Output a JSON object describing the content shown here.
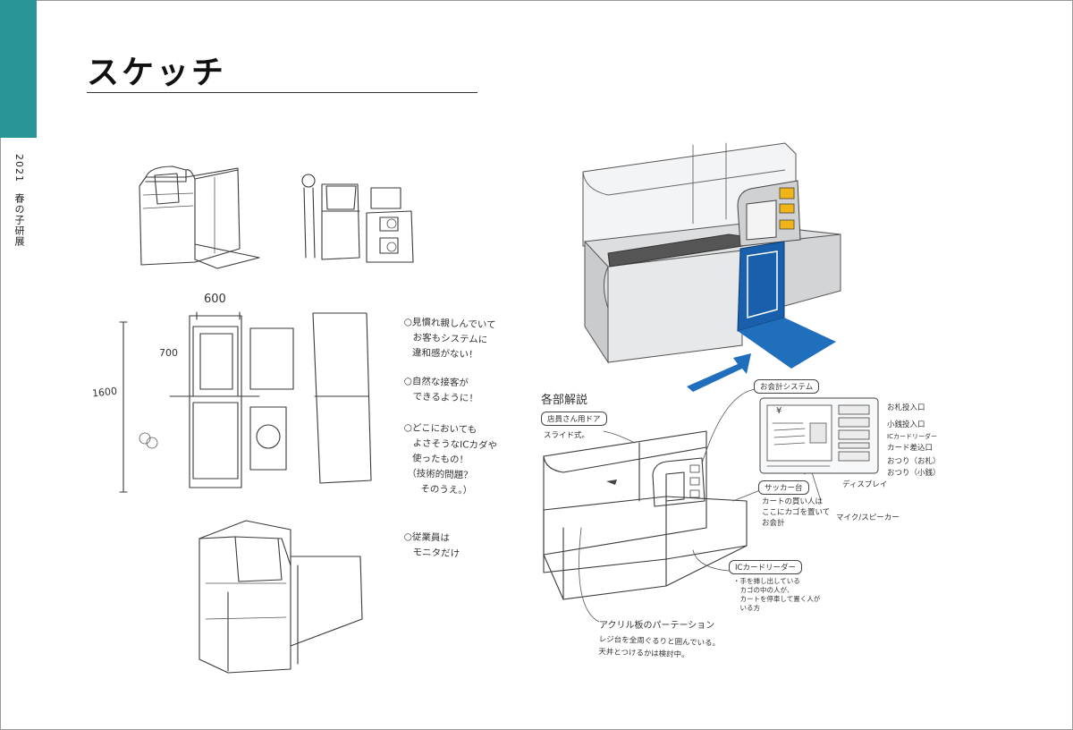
{
  "page": {
    "title": "スケッチ",
    "side_label": "2021　春の子研展"
  },
  "sketch_notes": {
    "dimension_width": "600",
    "dimension_depth": "700",
    "dimension_length": "1600",
    "note1": "○見慣れ親しんでいて\n　お客もシステムに\n　違和感がない！",
    "note2": "○自然な接客が\n　できるように！",
    "note3": "○どこにおいても\n　よさそうなICカダや\n　使ったもの！\n　（技術的問題？\n　　そのうえ。）",
    "note4": "○従業員は\n　モニタだけ"
  },
  "diagram": {
    "heading": "各部解説",
    "label_slide": "店員さん用ドア",
    "label_slide_sub": "スライド式。",
    "label_checkout_system": "お会計システム",
    "label_bill_insert": "お札投入口",
    "label_coin_insert": "小銭投入口",
    "label_ic_reader": "ICカードリーダー",
    "label_card_slot": "カード差込口",
    "label_bill_change": "おつり（お札）",
    "label_coin_change": "おつり（小銭）",
    "label_display": "ディスプレイ",
    "label_mic_speaker": "マイク/スピーカー",
    "label_service_table": "サッカー台",
    "label_service_table_sub": "カートの買い人は\nここにカゴを置いて\nお会計",
    "label_ic_card_reader": "ICカードリーダー",
    "label_ic_card_reader_sub": "・手を挿し出している\n　カゴの中の人が、\n　カートを停車して置く人が\n　いる方",
    "label_acrylic": "アクリル板のパーテーション",
    "label_acrylic_sub": "レジ台を全周ぐるりと囲んでいる。\n天井とつけるかは検討中。",
    "screen_currency": "¥"
  },
  "colors": {
    "accent_tab": "#2a9597",
    "mat_blue": "#1f6fbd",
    "door_blue": "#1a5fab",
    "coin_yellow": "#f0b418",
    "counter_gray": "#d8dadc"
  }
}
